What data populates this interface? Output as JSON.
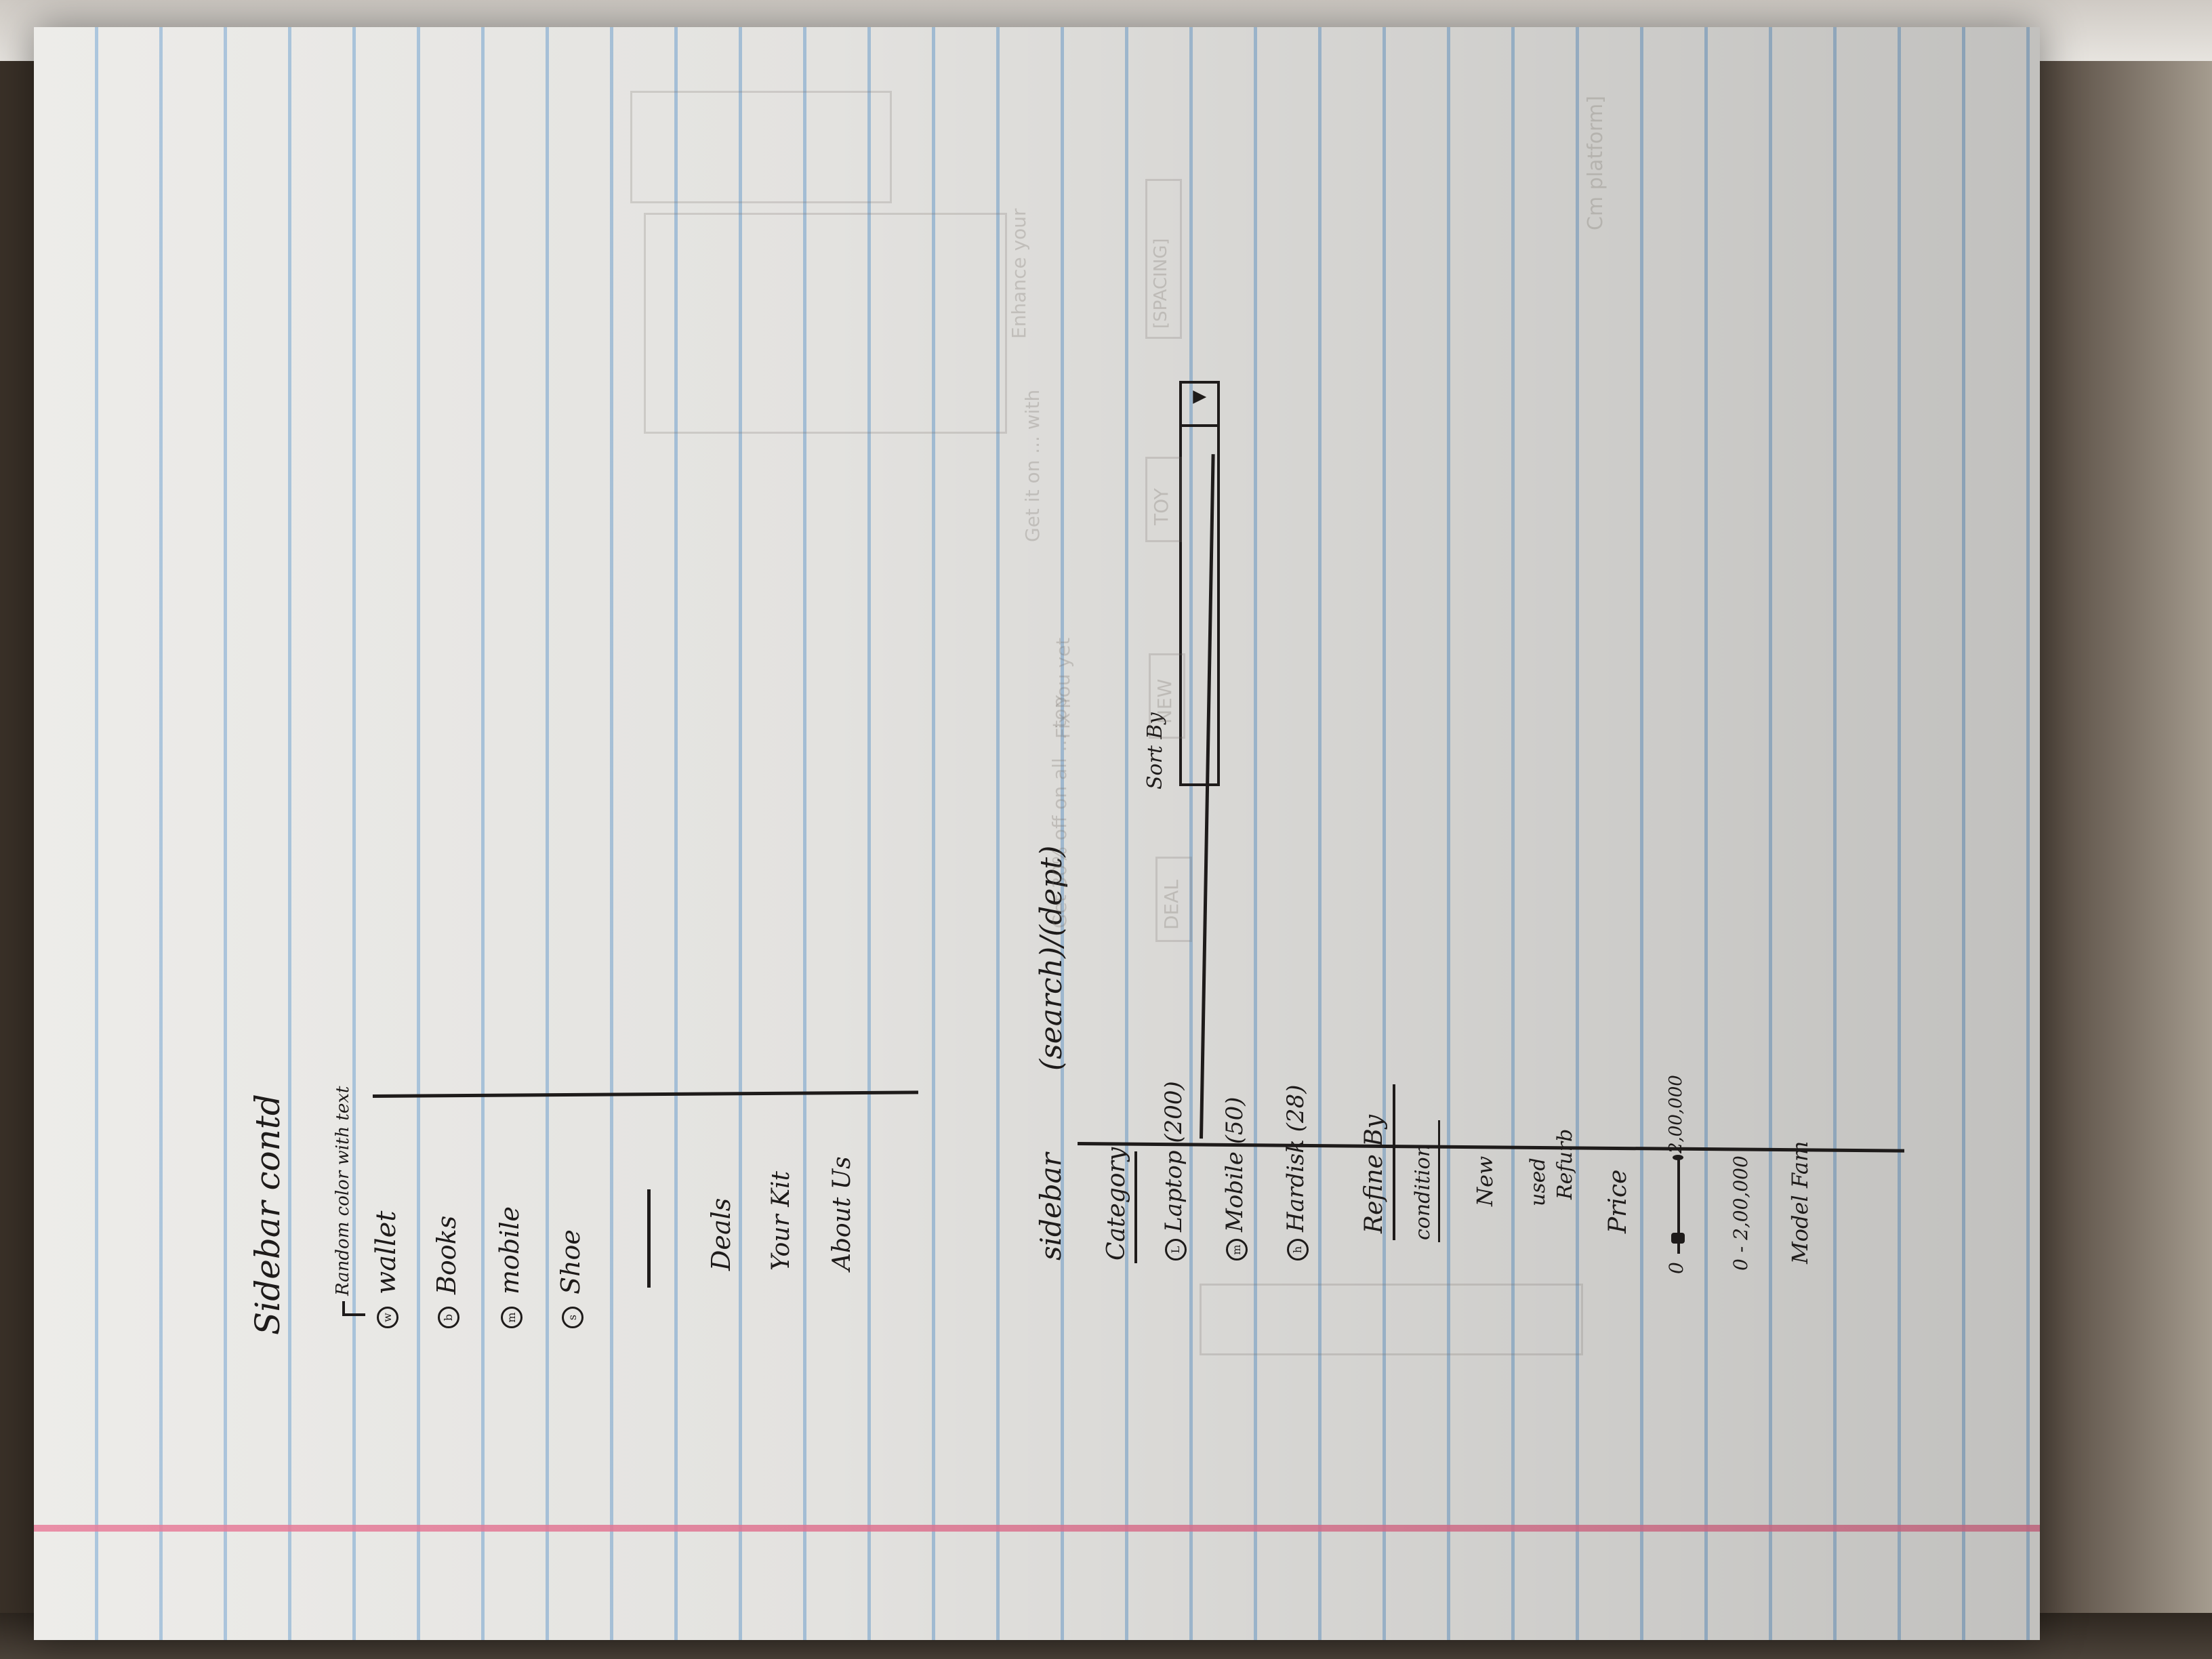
{
  "sheet_top": {
    "heading": "Sidebar contd",
    "note": "Random color with text",
    "categories": [
      {
        "icon": "w",
        "label": "wallet"
      },
      {
        "icon": "b",
        "label": "Books"
      },
      {
        "icon": "m",
        "label": "mobile"
      },
      {
        "icon": "s",
        "label": "Shoe"
      }
    ],
    "links": [
      "Deals",
      "Your Kit",
      "About Us"
    ]
  },
  "sheet_bottom": {
    "heading": "sidebar",
    "context": "(search)/(dept)",
    "category_title": "Category",
    "category_items": [
      {
        "icon": "L",
        "label": "Laptop (200)"
      },
      {
        "icon": "m",
        "label": "Mobile (50)"
      },
      {
        "icon": "h",
        "label": "Hardisk (28)"
      }
    ],
    "refine_title": "Refine By",
    "condition_title": "condition",
    "condition_options": [
      "New",
      "used",
      "Refurb"
    ],
    "price_title": "Price",
    "price_min": "0",
    "price_max": "2,00,000",
    "price_range": "0 - 2,00,000",
    "model_title": "Model Fam",
    "sort_label": "Sort By",
    "sort_glyph": "▼"
  },
  "ghost_text": {
    "deal": "DEAL",
    "new": "NEW",
    "toy": "TOY",
    "spacing": "[SPACING]",
    "platform": "Cm platform]",
    "deal_line": "Get 30% off on all ... top",
    "new_line": "Fix You yet",
    "toy_line": "Get it on ... with",
    "enhance_line": "Enhance your"
  }
}
